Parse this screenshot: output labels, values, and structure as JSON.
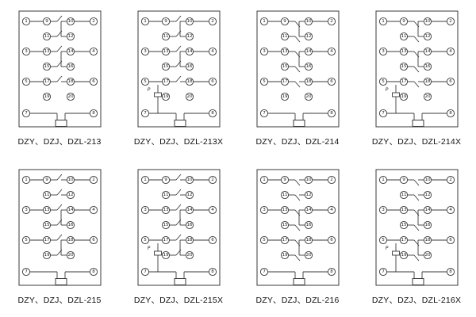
{
  "page": {
    "background": "#ffffff",
    "line_color": "#3a3a3a"
  },
  "terminal_layout": {
    "rows": [
      {
        "outerL": "1",
        "innerL": "9",
        "innerR": "10",
        "outerR": "2"
      },
      {
        "innerL": "11",
        "innerR": "12"
      },
      {
        "outerL": "3",
        "innerL": "13",
        "innerR": "14",
        "outerR": "4"
      },
      {
        "innerL": "15",
        "innerR": "16"
      },
      {
        "outerL": "5",
        "innerL": "17",
        "innerR": "18",
        "outerR": "6"
      },
      {
        "innerL": "19",
        "innerR": "20"
      },
      {
        "outerL": "7",
        "outerR": "8"
      }
    ],
    "coil": true
  },
  "diagrams": [
    {
      "label": "DZY、DZJ、DZL-213",
      "contact_rows": [
        0,
        1,
        2,
        3,
        4
      ],
      "groups": [
        [
          0,
          1
        ],
        [
          2,
          3
        ]
      ],
      "blade": "up",
      "p_resistor": false,
      "p_label": ""
    },
    {
      "label": "DZY、DZJ、DZL-213X",
      "contact_rows": [
        0,
        1,
        2,
        3,
        4
      ],
      "groups": [
        [
          0,
          1
        ],
        [
          2,
          3
        ]
      ],
      "blade": "up",
      "p_resistor": true,
      "p_label": "P"
    },
    {
      "label": "DZY、DZJ、DZL-214",
      "contact_rows": [
        0,
        1,
        2,
        3,
        4
      ],
      "groups": [
        [
          0,
          1
        ],
        [
          2,
          3
        ]
      ],
      "blade": "down",
      "p_resistor": false,
      "p_label": ""
    },
    {
      "label": "DZY、DZJ、DZL-214X",
      "contact_rows": [
        0,
        1,
        2,
        3,
        4
      ],
      "groups": [
        [
          0,
          1
        ],
        [
          2,
          3
        ]
      ],
      "blade": "down",
      "p_resistor": true,
      "p_label": "P"
    },
    {
      "label": "DZY、DZJ、DZL-215",
      "contact_rows": [
        0,
        1,
        2,
        3,
        4,
        5
      ],
      "groups": [
        [
          2,
          3
        ],
        [
          4,
          5
        ]
      ],
      "blade": "up",
      "p_resistor": false,
      "p_label": ""
    },
    {
      "label": "DZY、DZJ、DZL-215X",
      "contact_rows": [
        0,
        1,
        2,
        3,
        4,
        5
      ],
      "groups": [
        [
          2,
          3
        ],
        [
          4,
          5
        ]
      ],
      "blade": "up",
      "p_resistor": true,
      "p_label": "P"
    },
    {
      "label": "DZY、DZJ、DZL-216",
      "contact_rows": [
        0,
        1,
        2,
        3,
        4,
        5
      ],
      "groups": [
        [
          2,
          3
        ],
        [
          4,
          5
        ]
      ],
      "blade": "down",
      "p_resistor": false,
      "p_label": ""
    },
    {
      "label": "DZY、DZJ、DZL-216X",
      "contact_rows": [
        0,
        1,
        2,
        3,
        4,
        5
      ],
      "groups": [
        [
          2,
          3
        ],
        [
          4,
          5
        ]
      ],
      "blade": "down",
      "p_resistor": true,
      "p_label": "P"
    }
  ]
}
